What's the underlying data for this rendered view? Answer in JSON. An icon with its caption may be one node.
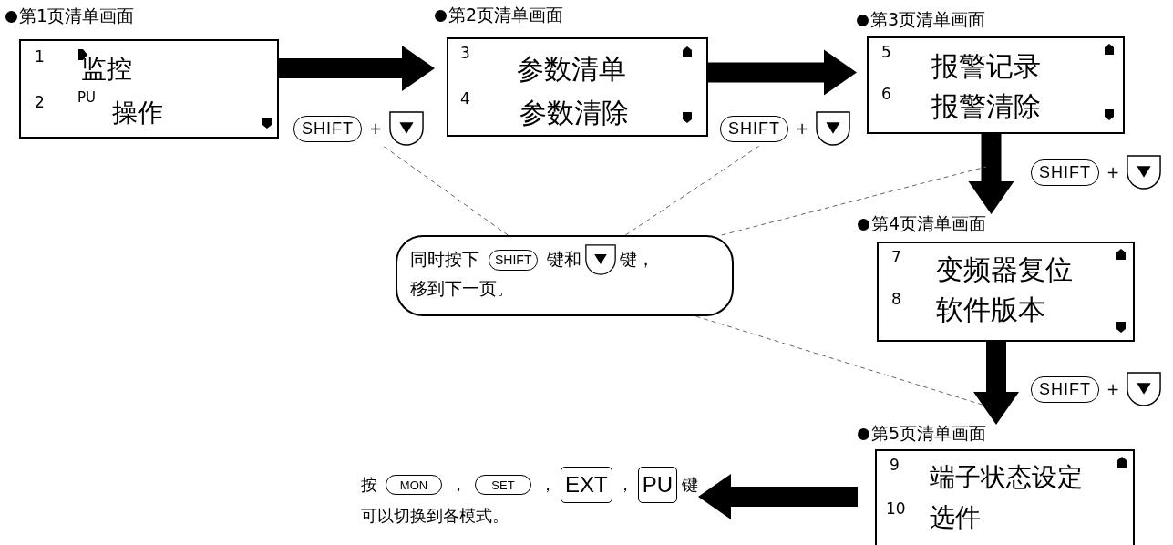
{
  "diagram": {
    "nodes": [
      {
        "text": [
          "第1页清单画面",
          "1",
          "监控",
          "2",
          "PU",
          "操作"
        ]
      },
      {
        "text": [
          "第2页清单画面",
          "3",
          "参数清单",
          "4",
          "参数清除"
        ]
      },
      {
        "text": [
          "第3页清单画面",
          "5",
          "报警记录",
          "6",
          "报警清除"
        ]
      },
      {
        "text": [
          "SHIFT",
          "+"
        ]
      },
      {
        "text": [
          "SHIFT",
          "+"
        ]
      },
      {
        "text": [
          "SHIFT",
          "+"
        ]
      },
      {
        "text": [
          "同时按下",
          "SHIFT",
          "键和",
          "键，",
          "移到下一页。"
        ]
      },
      {
        "text": [
          "第4页清单画面",
          "7",
          "变频器复位",
          "8",
          "软件版本"
        ]
      },
      {
        "text": [
          "SHIFT",
          "+"
        ]
      },
      {
        "text": [
          "按",
          "MON",
          "，",
          "SET",
          "，",
          "EXT",
          "，",
          "PU",
          "键",
          "可以切换到各模式。"
        ]
      },
      {
        "text": [
          "第5页清单画面",
          "9",
          "端子状态设定",
          "10",
          "选件"
        ]
      }
    ],
    "edges": [
      {
        "from": 0,
        "to": 1,
        "arrow": "to",
        "style": "thick"
      },
      {
        "from": 1,
        "to": 2,
        "arrow": "to",
        "style": "thick"
      },
      {
        "from": 2,
        "to": 7,
        "arrow": "to",
        "style": "thick"
      },
      {
        "from": 7,
        "to": 10,
        "arrow": "to",
        "style": "thick"
      },
      {
        "from": 10,
        "to": 9,
        "arrow": "to",
        "style": "thick"
      },
      {
        "from": 6,
        "to": 3,
        "arrow": "none",
        "style": "dashed"
      },
      {
        "from": 6,
        "to": 4,
        "arrow": "none",
        "style": "dashed"
      },
      {
        "from": 6,
        "to": null,
        "arrow": "none",
        "style": "dashed"
      },
      {
        "from": 6,
        "to": null,
        "arrow": "none",
        "style": "dashed"
      }
    ]
  }
}
